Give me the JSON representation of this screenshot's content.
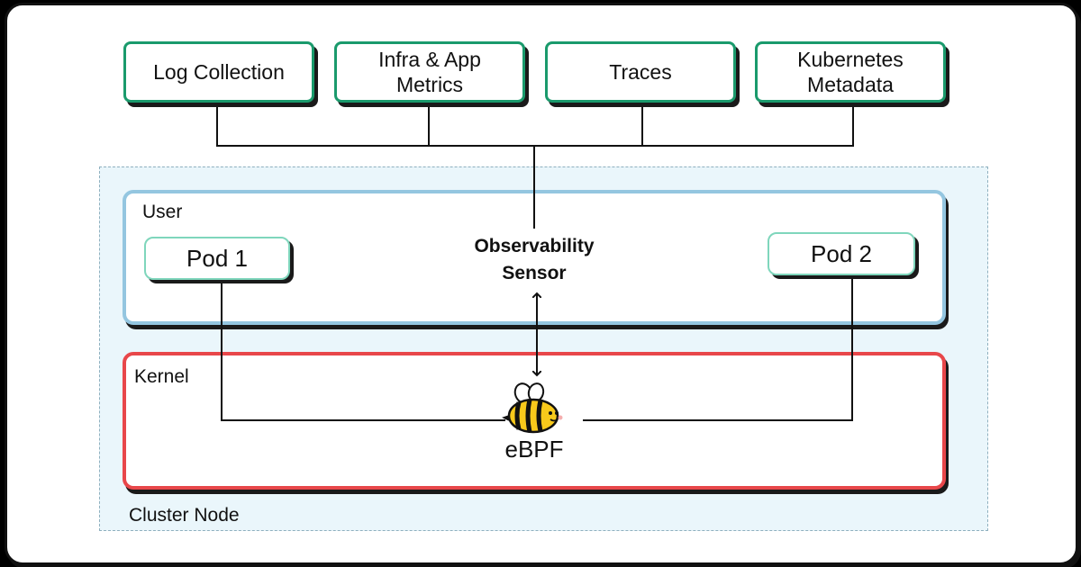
{
  "sources": [
    {
      "label": "Log Collection"
    },
    {
      "label": "Infra & App\nMetrics"
    },
    {
      "label": "Traces"
    },
    {
      "label": "Kubernetes\nMetadata"
    }
  ],
  "cluster": {
    "label": "Cluster Node"
  },
  "user_space": {
    "label": "User"
  },
  "kernel_space": {
    "label": "Kernel"
  },
  "pods": [
    {
      "label": "Pod 1"
    },
    {
      "label": "Pod 2"
    }
  ],
  "sensor": {
    "label": "Observability\nSensor"
  },
  "ebpf": {
    "label": "eBPF",
    "icon": "bee-icon"
  },
  "colors": {
    "source_border": "#1a9a6c",
    "pod_border": "#7fd6bc",
    "user_border": "#94c6e0",
    "kernel_border": "#e8474a",
    "cluster_fill": "#eaf6fb",
    "bee_yellow": "#f8c91b"
  }
}
